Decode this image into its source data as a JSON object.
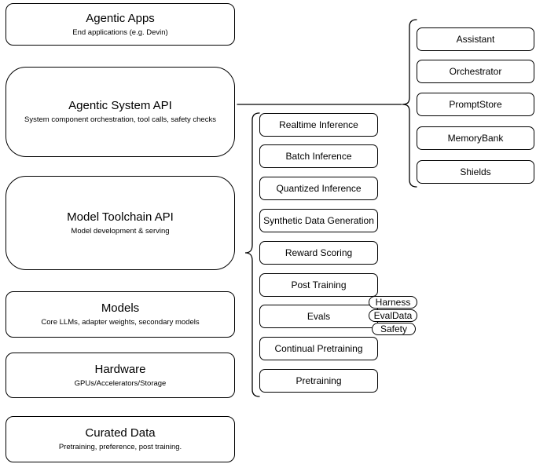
{
  "colors": {
    "stroke": "#000000",
    "fill": "#ffffff",
    "text": "#000000"
  },
  "layers": {
    "left": [
      {
        "title": "Agentic Apps",
        "subtitle": "End applications (e.g. Devin)"
      },
      {
        "title": "Agentic System API",
        "subtitle": "System component orchestration, tool calls, safety checks"
      },
      {
        "title": "Model Toolchain API",
        "subtitle": "Model development & serving"
      },
      {
        "title": "Models",
        "subtitle": "Core LLMs, adapter weights, secondary models"
      },
      {
        "title": "Hardware",
        "subtitle": "GPUs/Accelerators/Storage"
      },
      {
        "title": "Curated Data",
        "subtitle": "Pretraining, preference, post training."
      }
    ],
    "toolchain": {
      "items": [
        "Realtime Inference",
        "Batch Inference",
        "Quantized Inference",
        "Synthetic Data Generation",
        "Reward Scoring",
        "Post Training",
        "Evals",
        "Continual Pretraining",
        "Pretraining"
      ],
      "eval_tags": [
        "Harness",
        "EvalData",
        "Safety"
      ]
    },
    "system": {
      "items": [
        "Assistant",
        "Orchestrator",
        "PromptStore",
        "MemoryBank",
        "Shields"
      ]
    }
  }
}
